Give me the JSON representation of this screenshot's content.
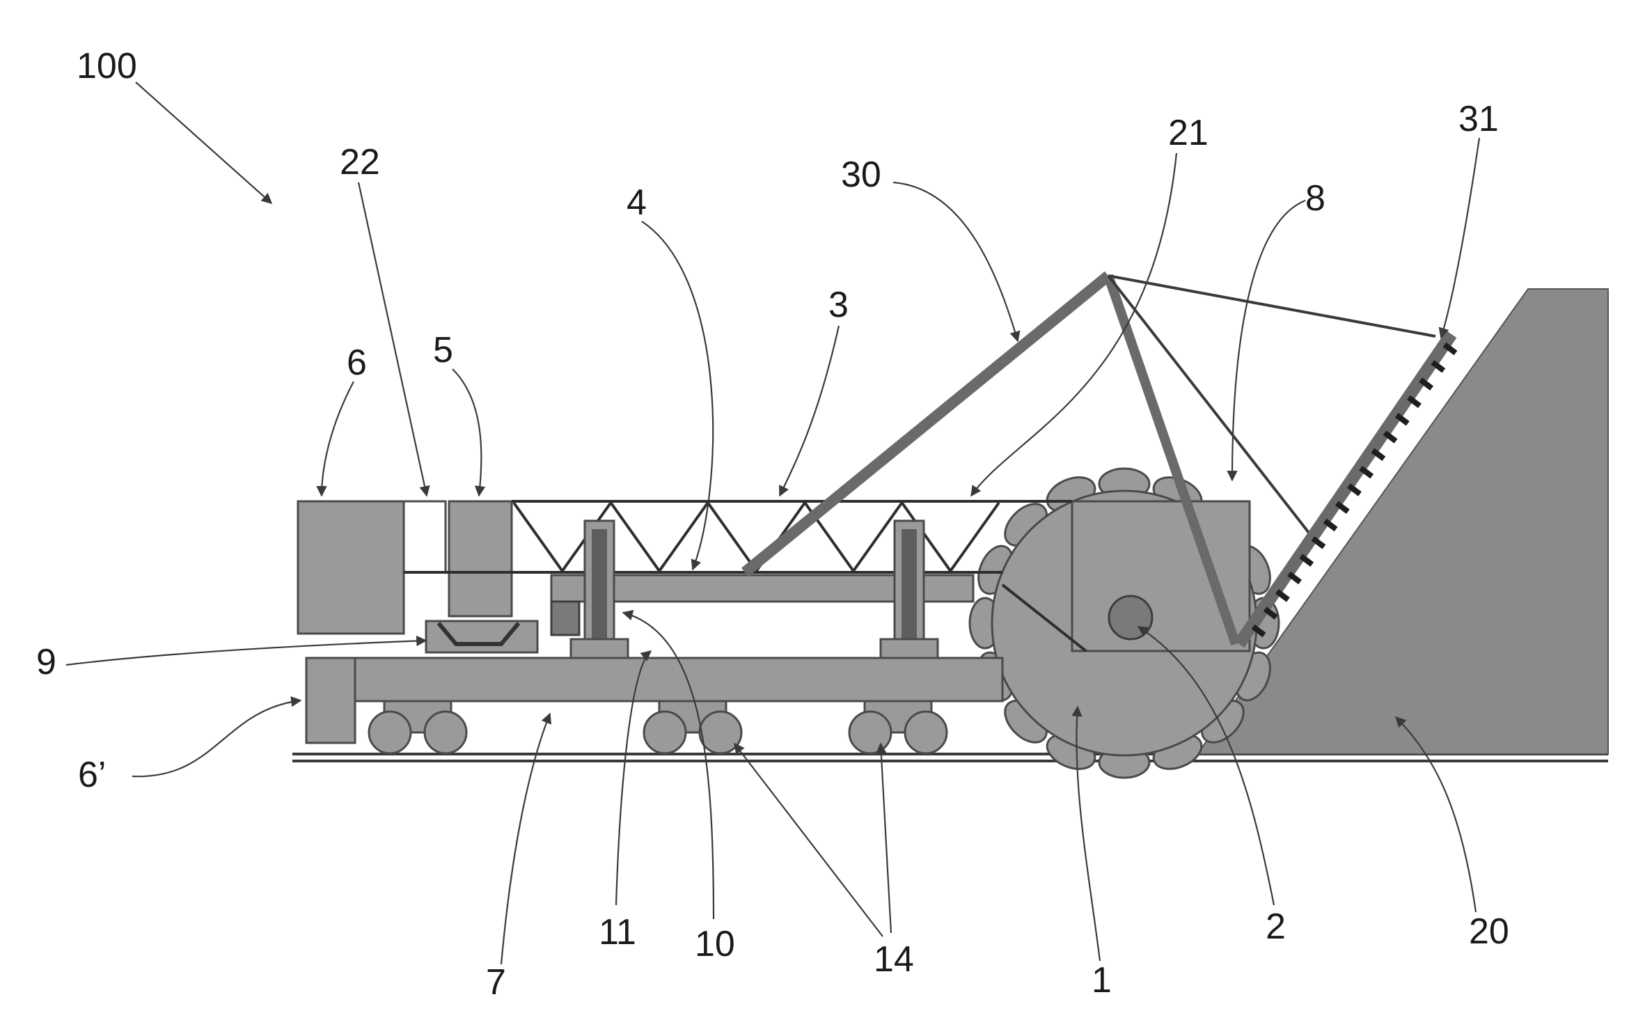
{
  "figure": {
    "reference_numerals": {
      "machine": "100",
      "bucket_wheel": "1",
      "wheel_axis": "2",
      "bridge": "3",
      "boom": "4",
      "unit_5": "5",
      "counterweight_upper": "6",
      "counterweight_lower": "6’",
      "chassis": "7",
      "unit_8": "8",
      "conveyor": "9",
      "unit_10": "10",
      "unit_11": "11",
      "wheels": "14",
      "slope": "20",
      "unit_21": "21",
      "unit_22": "22",
      "mast": "30",
      "ladder": "31"
    },
    "colors": {
      "part": "#9a9a9a",
      "part_dark": "#7a7a7a",
      "slope": "#8a8a8a",
      "line": "#2e2e2e"
    }
  }
}
